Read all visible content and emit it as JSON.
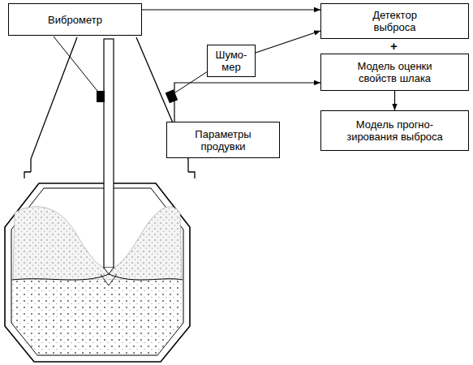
{
  "diagram": {
    "nodes": [
      {
        "text": [
          "Виброметр"
        ]
      },
      {
        "text": [
          "Детектор выброса"
        ]
      },
      {
        "text": [
          "Шумо- мер"
        ]
      },
      {
        "text": [
          "Модель оценки свойств шлака"
        ]
      },
      {
        "text": [
          "Параметры продувки"
        ]
      },
      {
        "text": [
          "Модель прогно- зирования выброса"
        ]
      }
    ],
    "edges": [
      {
        "from": 0,
        "to": 1,
        "arrow": "to"
      },
      {
        "from": 2,
        "to": 1,
        "arrow": "to"
      },
      {
        "from": 4,
        "to": 3,
        "arrow": "to"
      },
      {
        "from": 3,
        "to": 5,
        "arrow": "to"
      }
    ],
    "labels": [
      "+"
    ]
  }
}
